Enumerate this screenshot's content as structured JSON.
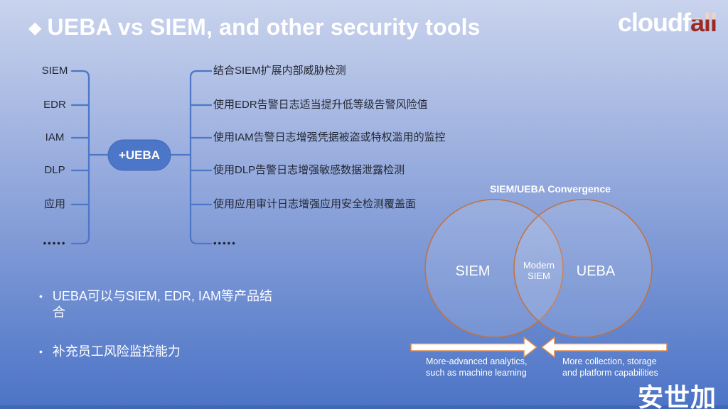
{
  "title": {
    "diamond": "◆",
    "text": "UEBA vs SIEM, and other security tools"
  },
  "logo": {
    "white_part": "cloudf",
    "red_part": "all"
  },
  "mindmap": {
    "center_label": "+UEBA",
    "left_items": [
      "SIEM",
      "EDR",
      "IAM",
      "DLP",
      "应用",
      "•••••"
    ],
    "right_items": [
      "结合SIEM扩展内部威胁检测",
      "使用EDR告警日志适当提升低等级告警风险值",
      "使用IAM告警日志增强凭据被盗或特权滥用的监控",
      "使用DLP告警日志增强敏感数据泄露检测",
      "使用应用审计日志增强应用安全检测覆盖面",
      "•••••"
    ]
  },
  "bullets": {
    "marker": "•",
    "items": [
      "UEBA可以与SIEM, EDR, IAM等产品结合",
      "补充员工风险监控能力"
    ]
  },
  "venn": {
    "title": "SIEM/UEBA Convergence",
    "left_label": "SIEM",
    "right_label": "UEBA",
    "overlap_label": "Modern\nSIEM",
    "left_arrow_caption": "More-advanced analytics,\nsuch as machine learning",
    "right_arrow_caption": "More collection, storage\nand platform capabilities"
  },
  "footer_logo": "安世加",
  "colors": {
    "background_top": "#c9d3ed",
    "background_bottom": "#4b73c6",
    "connector_blue": "#4c76c8",
    "dark_text": "#232733",
    "venn_circle_stroke": "#c2713c",
    "arrow_stroke": "#df8a4d",
    "logo_red": "#9b2a23",
    "logo_pink": "#eed4c6"
  }
}
